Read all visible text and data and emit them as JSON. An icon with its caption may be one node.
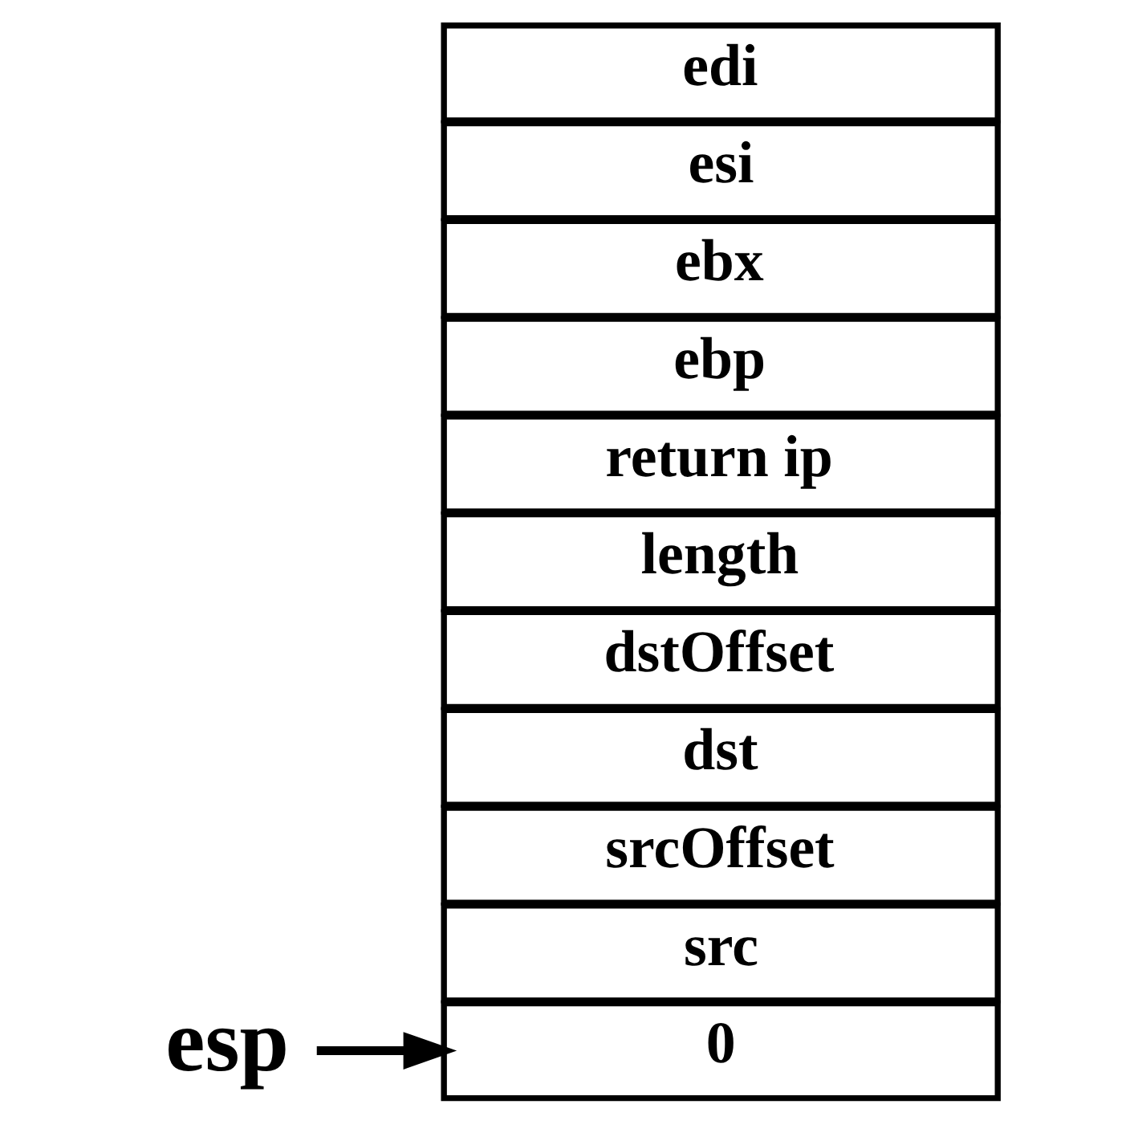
{
  "diagram": {
    "nodes": [
      {
        "text": [
          "esp"
        ]
      },
      {
        "text": [
          "0"
        ]
      },
      {
        "text": [
          "edi"
        ]
      },
      {
        "text": [
          "esi"
        ]
      },
      {
        "text": [
          "ebx"
        ]
      },
      {
        "text": [
          "ebp"
        ]
      },
      {
        "text": [
          "return ip"
        ]
      },
      {
        "text": [
          "length"
        ]
      },
      {
        "text": [
          "dstOffset"
        ]
      },
      {
        "text": [
          "dst"
        ]
      },
      {
        "text": [
          "srcOffset"
        ]
      },
      {
        "text": [
          "src"
        ]
      }
    ],
    "edges": [
      {
        "from": 0,
        "to": 1,
        "arrow": "to"
      }
    ]
  }
}
